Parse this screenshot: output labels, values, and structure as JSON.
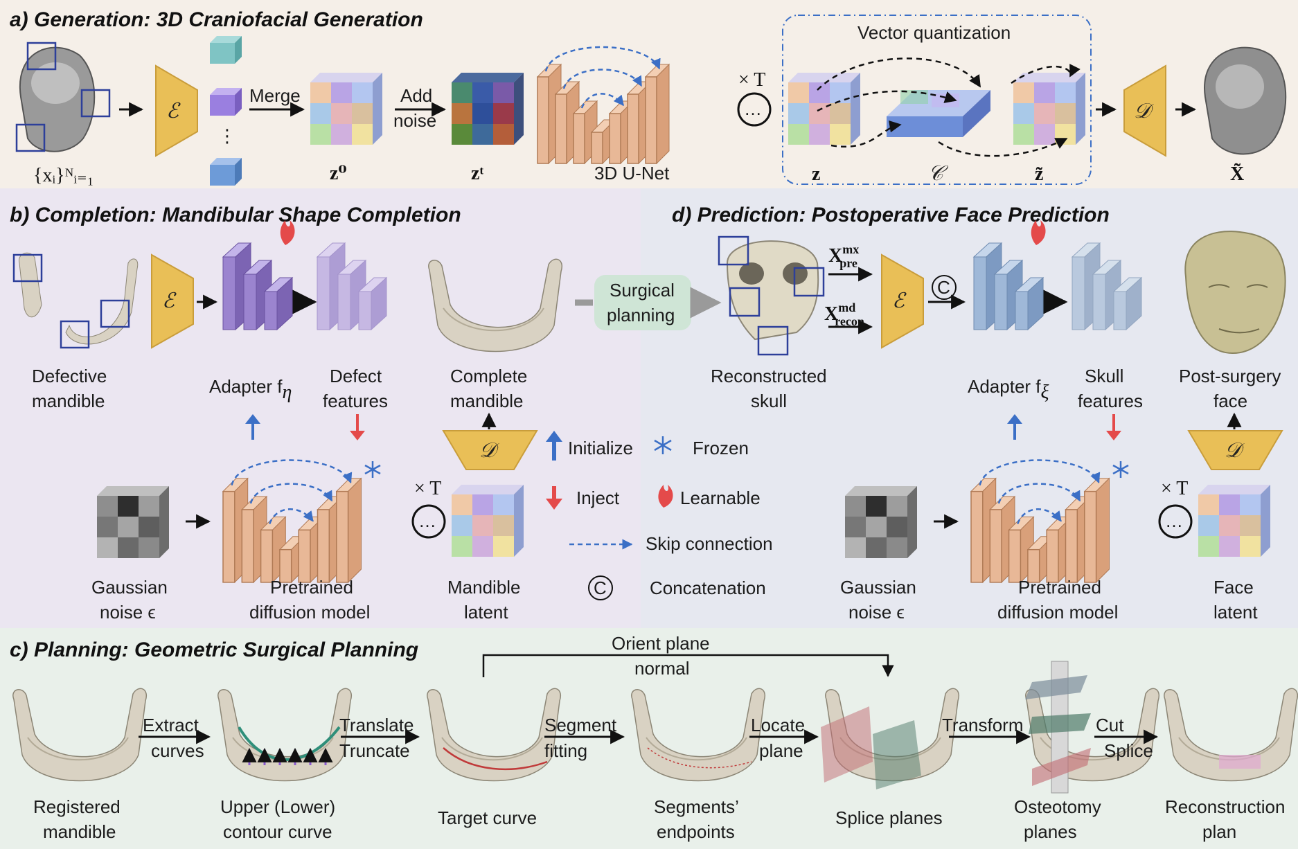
{
  "colors": {
    "panel_a": "#f5efe8",
    "panel_b": "#ebe6f1",
    "panel_d": "#e6e8f0",
    "panel_c": "#e9f0ea",
    "encoder_gold": "#e9bf57",
    "unet_orange": "#e8b897",
    "adapter_purple": "#9b84cf",
    "adapter_blue": "#9fb8d8",
    "skip_blue": "#3b6fc6",
    "inject_red": "#e44a4a",
    "surgical_green": "#cfe5d6"
  },
  "panel_a": {
    "title": "a) Generation: 3D Craniofacial Generation",
    "encoder": "ℰ",
    "decoder": "𝒟",
    "merge_label": "Merge",
    "add_noise_label_1": "Add",
    "add_noise_label_2": "noise",
    "input_label": "{xᵢ}ᴺᵢ₌₁",
    "z0_label": "z⁰",
    "zt_label": "zᵗ",
    "unet_label": "3D U-Net",
    "times_t": "× T",
    "vq_title": "Vector quantization",
    "z_label": "z",
    "codebook_label": "𝒞",
    "ztilde_label": "z̃",
    "xtilde_label": "X̃",
    "ellipsis": "⋮"
  },
  "panel_b": {
    "title": "b) Completion: Mandibular Shape Completion",
    "defective_1": "Defective",
    "defective_2": "mandible",
    "encoder": "ℰ",
    "adapter_label": "Adapter f",
    "adapter_sub": "η",
    "defect_1": "Defect",
    "defect_2": "features",
    "complete_1": "Complete",
    "complete_2": "mandible",
    "decoder": "𝒟",
    "gauss_1": "Gaussian",
    "gauss_2": "noise ϵ",
    "pretrained_1": "Pretrained",
    "pretrained_2": "diffusion model",
    "latent_1": "Mandible",
    "latent_2": "latent",
    "times_t": "× T"
  },
  "legend": {
    "initialize": "Initialize",
    "inject": "Inject",
    "frozen": "Frozen",
    "learnable": "Learnable",
    "skip": "Skip connection",
    "concat": "Concatenation",
    "concat_symbol": "C"
  },
  "surgical": {
    "line1": "Surgical",
    "line2": "planning"
  },
  "panel_d": {
    "title": "d) Prediction: Postoperative Face Prediction",
    "recon_1": "Reconstructed",
    "recon_2": "skull",
    "x_pre": "X",
    "x_pre_sup": "mx",
    "x_pre_sub": "pre",
    "x_recon": "X",
    "x_recon_sup": "md",
    "x_recon_sub": "recon",
    "encoder": "ℰ",
    "adapter_label": "Adapter f",
    "adapter_sub": "ξ",
    "skull_feat_1": "Skull",
    "skull_feat_2": "features",
    "post_1": "Post-surgery",
    "post_2": "face",
    "decoder": "𝒟",
    "gauss_1": "Gaussian",
    "gauss_2": "noise ϵ",
    "pretrained_1": "Pretrained",
    "pretrained_2": "diffusion model",
    "latent_1": "Face",
    "latent_2": "latent",
    "times_t": "× T"
  },
  "panel_c": {
    "title": "c) Planning: Geometric Surgical Planning",
    "orient_1": "Orient plane",
    "orient_2": "normal",
    "steps": [
      {
        "l1": "Registered",
        "l2": "mandible"
      },
      {
        "l1": "Upper (Lower)",
        "l2": "contour curve"
      },
      {
        "l1": "Target curve",
        "l2": ""
      },
      {
        "l1": "Segments’",
        "l2": "endpoints"
      },
      {
        "l1": "Splice planes",
        "l2": ""
      },
      {
        "l1": "Osteotomy",
        "l2": "planes"
      },
      {
        "l1": "Reconstruction",
        "l2": "plan"
      }
    ],
    "arrows": [
      {
        "l1": "Extract",
        "l2": "curves"
      },
      {
        "l1": "Translate",
        "l2": "Truncate"
      },
      {
        "l1": "Segment",
        "l2": "fitting"
      },
      {
        "l1": "Locate",
        "l2": "plane"
      },
      {
        "l1": "Transform",
        "l2": ""
      },
      {
        "l1": "Cut",
        "l2": "Splice"
      }
    ]
  }
}
